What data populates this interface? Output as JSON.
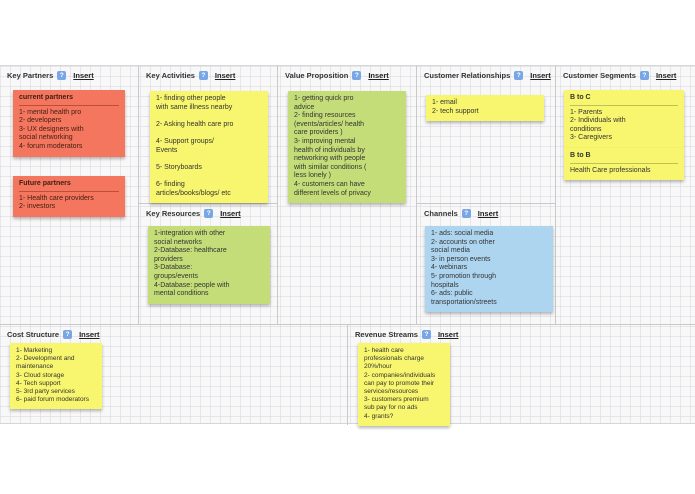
{
  "ui": {
    "help_glyph": "?"
  },
  "colors": {
    "note_red": "#f4765e",
    "note_yellow": "#f8f66e",
    "note_green": "#c5dd78",
    "note_blue": "#aed5f0",
    "help_icon_blue": "#79a7e6"
  },
  "sections": {
    "key_partners": {
      "title": "Key Partners",
      "insert": "Insert",
      "notes": {
        "current_partners": {
          "title": "current partners",
          "body": "1- mental health pro\n2- developers\n3- UX designers with\nsocial networking\n4- forum moderators"
        },
        "future_partners": {
          "title": "Future partners",
          "body": "1- Health care providers\n2- investors"
        }
      }
    },
    "key_activities": {
      "title": "Key Activities",
      "insert": "Insert",
      "notes": {
        "main": {
          "body": "1- finding other people\nwith same illness nearby\n\n2- Asking health care pro\n\n4- Support groups/\nEvents\n\n5- Storyboards\n\n6- finding\narticles/books/blogs/ etc"
        }
      }
    },
    "key_resources": {
      "title": "Key Resources",
      "insert": "Insert",
      "notes": {
        "main": {
          "body": "1-integration with other\nsocial networks\n2-Database: healthcare\nproviders\n3-Database:\ngroups/events\n4-Database: people with\nmental conditions"
        }
      }
    },
    "value_proposition": {
      "title": "Value Proposition",
      "insert": "Insert",
      "notes": {
        "main": {
          "body": "1- getting quick pro\nadvice\n2- finding resources\n(events/articles/ health\ncare providers )\n3- improving mental\nhealth of individuals by\nnetworking with people\nwith similar conditions (\nless lonely )\n4- customers can have\ndifferent levels of privacy"
        }
      }
    },
    "customer_relationships": {
      "title": "Customer Relationships",
      "insert": "Insert",
      "notes": {
        "main": {
          "body": "1- email\n2- tech support"
        }
      }
    },
    "channels": {
      "title": "Channels",
      "insert": "Insert",
      "notes": {
        "main": {
          "body": "1- ads: social media\n2- accounts on other\nsocial media\n3- in person events\n4- webinars\n5- promotion through\nhospitals\n6- ads: public\ntransportation/streets"
        }
      }
    },
    "customer_segments": {
      "title": "Customer Segments",
      "insert": "Insert",
      "notes": {
        "b_to_c": {
          "title": "B to C",
          "body": "1- Parents\n2- Individuals with\nconditions\n3- Caregivers"
        },
        "b_to_b": {
          "title": "B to B",
          "body": "Health Care professionals"
        }
      }
    },
    "cost_structure": {
      "title": "Cost Structure",
      "insert": "Insert",
      "notes": {
        "main": {
          "body": "1- Marketing\n2- Development and\nmaintenance\n3- Cloud storage\n4- Tech support\n5- 3rd party services\n6- paid forum moderators"
        }
      }
    },
    "revenue_streams": {
      "title": "Revenue Streams",
      "insert": "Insert",
      "notes": {
        "main": {
          "body": "1- health care\nprofessionals charge\n20%/hour\n2- companies/individuals\ncan pay to promote their\nservices/resources\n3- customers premium\nsub pay for no ads\n4- grants?"
        }
      }
    }
  }
}
